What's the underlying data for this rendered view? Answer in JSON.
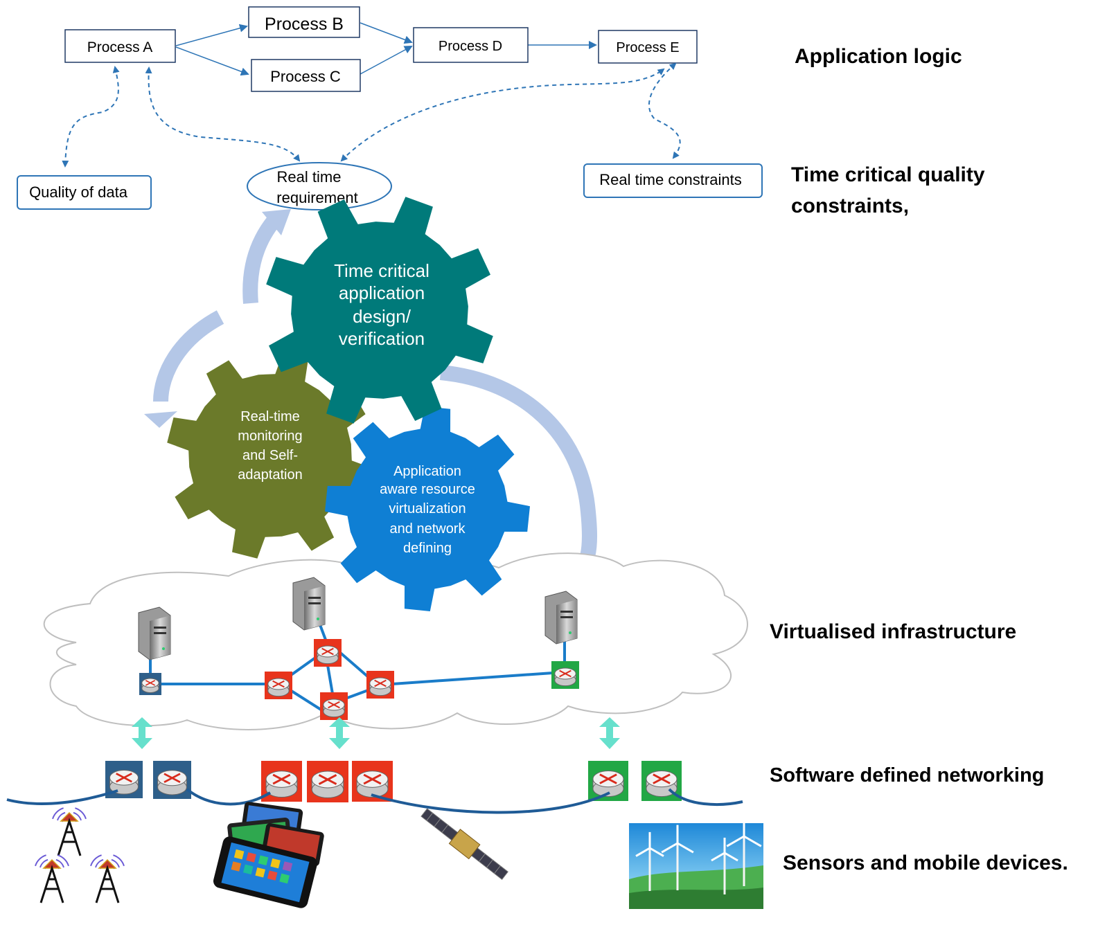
{
  "processes": {
    "a": "Process A",
    "b": "Process B",
    "c": "Process C",
    "d": "Process D",
    "e": "Process E"
  },
  "constraints": {
    "quality_of_data": "Quality of data",
    "real_time_requirement_line1": "Real time",
    "real_time_requirement_line2": "requirement",
    "real_time_constraints": "Real time constraints"
  },
  "gears": {
    "teal": [
      "Time critical",
      "application",
      "design/",
      "verification"
    ],
    "olive": [
      "Real-time",
      "monitoring",
      "and Self-",
      "adaptation"
    ],
    "blue": [
      "Application",
      "aware resource",
      "virtualization",
      "and network",
      "defining"
    ]
  },
  "layers": {
    "application_logic": "Application logic",
    "time_critical_line1": "Time critical quality",
    "time_critical_line2": "constraints,",
    "virtualised_infrastructure": "Virtualised infrastructure",
    "software_defined_networking": "Software defined networking",
    "sensors_mobile": "Sensors and mobile devices."
  },
  "colors": {
    "process_border": "#1f3864",
    "constraint_border": "#2e75b6",
    "arrow_blue": "#2e75b6",
    "gear_teal": "#007a7a",
    "gear_olive": "#6b7a2a",
    "gear_blue": "#0f7fd4",
    "cycle_arrow": "#b4c7e7",
    "router_red": "#e8341c",
    "router_blue": "#2e5f8a",
    "router_green": "#22a745",
    "link_blue": "#1a7cc9",
    "teal_arrow": "#66e0cc"
  }
}
